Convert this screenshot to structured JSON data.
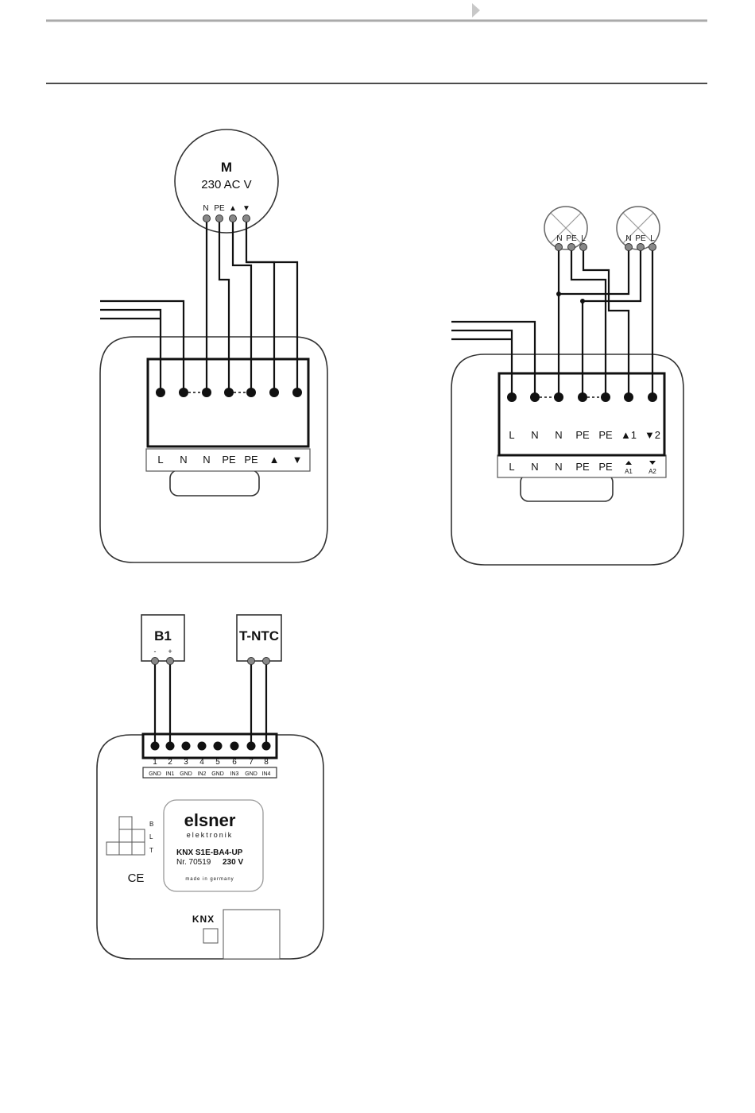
{
  "motor": {
    "title": "M",
    "voltage": "230 AC V",
    "pins": [
      "N",
      "PE",
      "▲",
      "▼"
    ]
  },
  "actuator1": {
    "strip_labels": [
      "L",
      "N",
      "N",
      "PE",
      "PE",
      "▲",
      "▼"
    ]
  },
  "lamp": {
    "pins": [
      "N",
      "PE",
      "L"
    ]
  },
  "actuator2": {
    "box_labels": [
      "L",
      "N",
      "N",
      "PE",
      "PE",
      "▲1",
      "▼2"
    ],
    "strip_labels": [
      "L",
      "N",
      "N",
      "PE",
      "PE",
      "A1",
      "A2"
    ]
  },
  "sensor_b1": {
    "title": "B1",
    "pins": [
      "-",
      "+"
    ]
  },
  "sensor_tntc": {
    "title": "T-NTC"
  },
  "input_module": {
    "numbers": [
      "1",
      "2",
      "3",
      "4",
      "5",
      "6",
      "7",
      "8"
    ],
    "functions": [
      "GND",
      "IN1",
      "GND",
      "IN2",
      "GND",
      "IN3",
      "GND",
      "IN4"
    ],
    "led_labels": [
      "B",
      "L",
      "T"
    ],
    "ce_mark": "CE",
    "knx_logo": "KNX"
  },
  "label_plate": {
    "brand": "elsner",
    "brand_sub": "elektronik",
    "model": "KNX S1E-BA4-UP",
    "article": "Nr. 70519",
    "voltage": "230 V",
    "made_in": "made in germany"
  },
  "colors": {
    "line": "#111111",
    "device_outline": "#333333",
    "pin_fill": "#888888"
  }
}
